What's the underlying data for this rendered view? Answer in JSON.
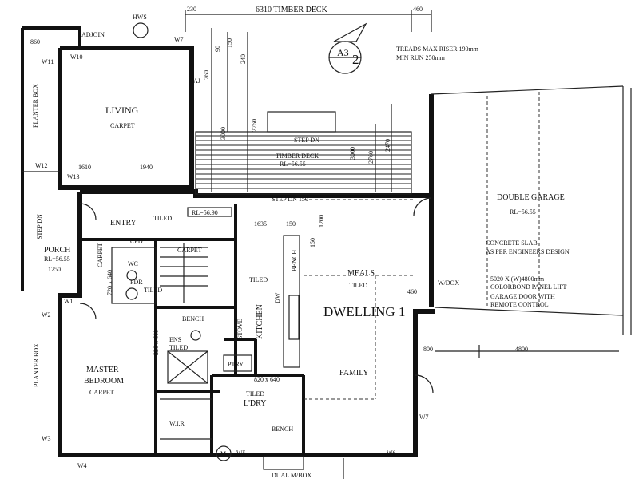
{
  "labels": {
    "timber_deck_top": "6310 TIMBER DECK",
    "dim_230": "230",
    "dim_460_top": "460",
    "hws": "HWS",
    "adjoin": "ADJOIN",
    "w7_top": "W7",
    "aj": "AJ",
    "section_ref_a": "A3",
    "section_ref_num": "2",
    "treads_note": "TREADS MAX RISER 190mm",
    "treads_note2": "MIN RUN 250mm",
    "dim_860": "860",
    "w11": "W11",
    "w10": "W10",
    "planter_box_top": "PLANTER BOX",
    "living": "LIVING",
    "carpet": "CARPET",
    "dim_760": "760",
    "dim_90": "90",
    "dim_150a": "150",
    "dim_240": "240",
    "dim_3000": "3000",
    "dim_2760": "2760",
    "dim_1610": "1610",
    "dim_1940": "1940",
    "w12": "W12",
    "w13": "W13",
    "step_dn_deck": "STEP DN",
    "timber_deck": "TIMBER DECK",
    "deck_rl": "RL=56.55",
    "dim_3000b": "3000",
    "dim_2760b": "2760",
    "dim_2470": "2470",
    "step_dn_main": "STEP DN 150",
    "double_garage": "DOUBLE GARAGE",
    "garage_rl": "RL=56.55",
    "concrete_slab": "CONCRETE SLAB",
    "concrete_slab2": "AS PER ENGINEERS DESIGN",
    "garage_door1": "5020 X (W)4800mm",
    "garage_door2": "COLORBOND PANEL LIFT",
    "garage_door3": "GARAGE DOOR WITH",
    "garage_door4": "REMOTE CONTROL",
    "wpdox": "W/DOX",
    "dim_460b": "460",
    "dim_800": "800",
    "dim_4800": "4800",
    "entry": "ENTRY",
    "tiled_entry": "TILED",
    "rl_entry": "RL=56.90",
    "dim_1635": "1635",
    "dim_150b": "150",
    "dim_1200": "1200",
    "dim_150c": "150",
    "meals": "MEALS",
    "tiled_meals": "TILED",
    "dwelling": "DWELLING 1",
    "family": "FAMILY",
    "step_dn_porch": "STEP DN",
    "porch": "PORCH",
    "porch_rl": "RL=56.55",
    "dim_1250": "1250",
    "carpet_hall": "CARPET",
    "cpd": "CPD",
    "carpet_stair": "CARPET",
    "dim_720": "720 x 640",
    "w1": "W1",
    "w2": "W2",
    "wc": "WC",
    "pdr": "PDR",
    "tiled_pdr": "TILED",
    "kitchen": "KITCHEN",
    "tiled_kitchen": "TILED",
    "stove": "STOVE",
    "dw": "DW",
    "bench_k": "BENCH",
    "bench_ens": "BENCH",
    "ens": "ENS",
    "tiled_ens": "TILED",
    "dim_220": "220 x 640",
    "ptry": "PTRY",
    "dim_820": "820 x 640",
    "planter_box_left": "PLANTER BOX",
    "master": "MASTER",
    "bedroom": "BEDROOM",
    "carpet_bed": "CARPET",
    "wir": "W.I.R",
    "tiled_ldry": "TILED",
    "ldry": "L'DRY",
    "bench_ldry": "BENCH",
    "w3": "W3",
    "w4": "W4",
    "w5": "W5",
    "w6": "W6",
    "w7_bottom": "W7",
    "dual_mbox": "DUAL M/BOX",
    "meter": "M"
  }
}
